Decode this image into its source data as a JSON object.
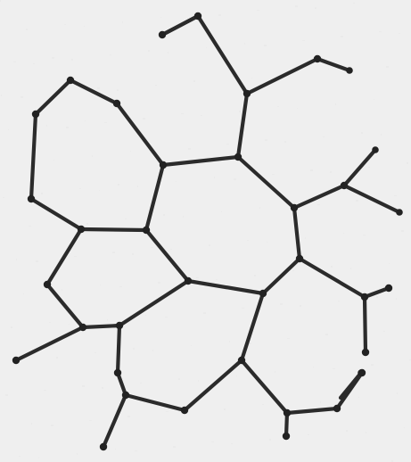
{
  "diagram": {
    "kind": "hand-drawn graph",
    "colors": {
      "paper": "#efefef",
      "ink": "#2b2b2b",
      "node": "#222222"
    },
    "nodes": [
      {
        "id": "n1"
      },
      {
        "id": "n2"
      },
      {
        "id": "n3"
      },
      {
        "id": "n4"
      },
      {
        "id": "n5"
      },
      {
        "id": "n6"
      },
      {
        "id": "n7"
      },
      {
        "id": "n8"
      },
      {
        "id": "n9"
      },
      {
        "id": "n10"
      },
      {
        "id": "n11"
      },
      {
        "id": "n12"
      },
      {
        "id": "n13"
      },
      {
        "id": "n14"
      },
      {
        "id": "n15"
      },
      {
        "id": "n16"
      },
      {
        "id": "n17"
      },
      {
        "id": "n18"
      },
      {
        "id": "n19"
      },
      {
        "id": "n20"
      },
      {
        "id": "n21"
      },
      {
        "id": "n22"
      },
      {
        "id": "n23"
      },
      {
        "id": "n24"
      },
      {
        "id": "n25"
      },
      {
        "id": "n26"
      },
      {
        "id": "n27"
      },
      {
        "id": "n28"
      },
      {
        "id": "n29"
      },
      {
        "id": "n30"
      },
      {
        "id": "n31"
      },
      {
        "id": "n32"
      },
      {
        "id": "n33"
      },
      {
        "id": "n34"
      },
      {
        "id": "n35"
      },
      {
        "id": "n36"
      }
    ],
    "edges": [
      [
        "n1",
        "n2"
      ],
      [
        "n2",
        "n3"
      ],
      [
        "n3",
        "n4"
      ],
      [
        "n2",
        "n5"
      ],
      [
        "n5",
        "n6"
      ],
      [
        "n6",
        "n7"
      ],
      [
        "n7",
        "n8"
      ],
      [
        "n8",
        "n9"
      ],
      [
        "n9",
        "n10"
      ],
      [
        "n10",
        "n11"
      ],
      [
        "n11",
        "n12"
      ],
      [
        "n12",
        "n13"
      ],
      [
        "n13",
        "n14"
      ],
      [
        "n14",
        "n15"
      ],
      [
        "n15",
        "n16"
      ],
      [
        "n16",
        "n17"
      ],
      [
        "n17",
        "n18"
      ],
      [
        "n18",
        "n19"
      ],
      [
        "n19",
        "n20"
      ],
      [
        "n20",
        "n21"
      ],
      [
        "n21",
        "n22"
      ],
      [
        "n22",
        "n23"
      ],
      [
        "n23",
        "n24"
      ],
      [
        "n24",
        "n25"
      ],
      [
        "n25",
        "n26"
      ],
      [
        "n26",
        "n27"
      ],
      [
        "n27",
        "n28"
      ],
      [
        "n28",
        "n29"
      ],
      [
        "n29",
        "n30"
      ],
      [
        "n30",
        "n31"
      ],
      [
        "n31",
        "n32"
      ],
      [
        "n32",
        "n33"
      ],
      [
        "n33",
        "n34"
      ],
      [
        "n34",
        "n35"
      ],
      [
        "n35",
        "n36"
      ],
      [
        "n6",
        "n13"
      ],
      [
        "n12",
        "n21"
      ],
      [
        "n20",
        "n27"
      ],
      [
        "n26",
        "n5"
      ],
      [
        "n9",
        "n31"
      ],
      [
        "n16",
        "n18"
      ],
      [
        "n24",
        "n29"
      ]
    ]
  }
}
